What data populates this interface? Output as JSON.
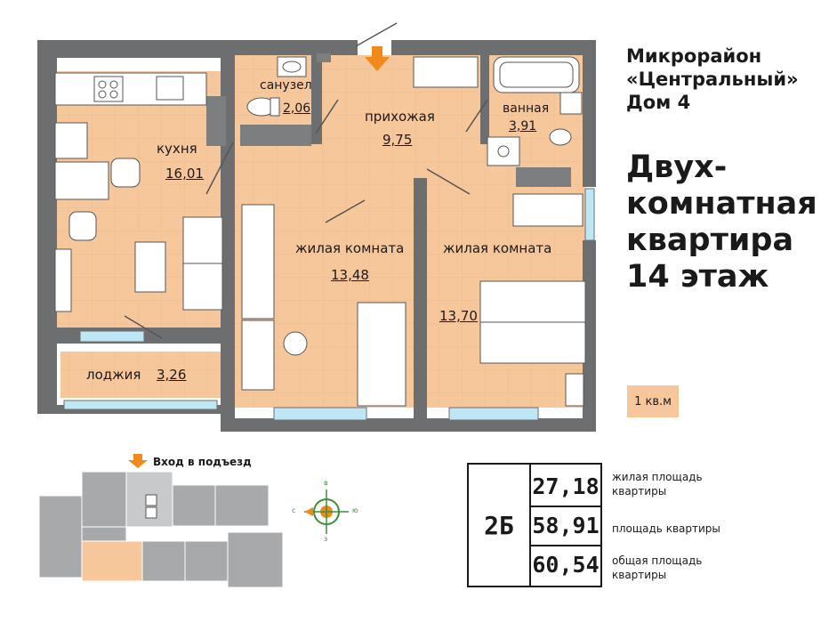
{
  "header": {
    "district": "Микрорайон",
    "district_name": "«Центральный»",
    "house": "Дом 4",
    "heading_lines": [
      "Двух-",
      "комнатная",
      "квартира",
      "14 этаж"
    ]
  },
  "scale_label": "1 кв.м",
  "rooms": [
    {
      "name": "санузел",
      "area": "2,06"
    },
    {
      "name": "прихожая",
      "area": "9,75"
    },
    {
      "name": "ванная",
      "area": "3,91"
    },
    {
      "name": "кухня",
      "area": "16,01"
    },
    {
      "name": "жилая комната",
      "area": "13,48"
    },
    {
      "name": "жилая комната",
      "area": "13,70"
    },
    {
      "name": "лоджия",
      "area": "3,26"
    }
  ],
  "entrance_label": "Вход в подъезд",
  "compass": {
    "n": "в",
    "w": "с",
    "e": "ю",
    "s": "з"
  },
  "summary": {
    "code": "2Б",
    "living_area": "27,18",
    "living_area_label": "жилая площадь квартиры",
    "apartment_area": "58,91",
    "apartment_area_label": "площадь квартиры",
    "total_area": "60,54",
    "total_area_label": "общая площадь квартиры"
  },
  "colors": {
    "floor": "#f7c79c",
    "wall": "#6d6e70",
    "window": "#bfe6f5",
    "accent": "#f08a1c"
  }
}
